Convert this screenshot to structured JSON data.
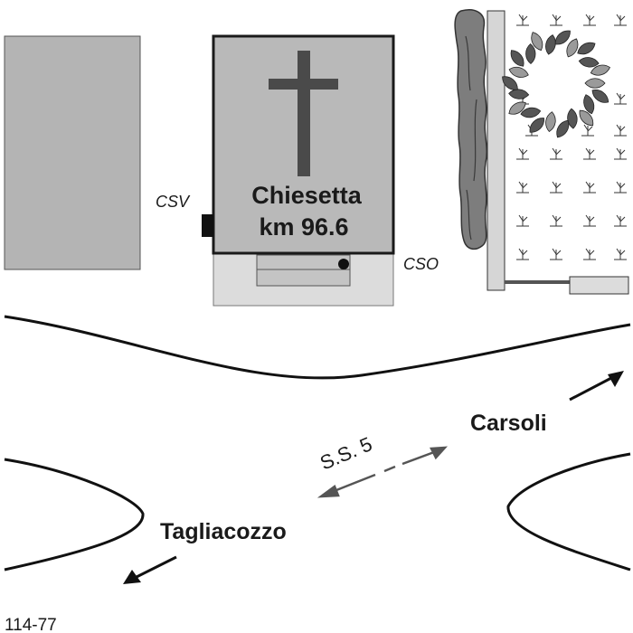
{
  "map": {
    "church": {
      "title": "Chiesetta",
      "km": "km 96.6"
    },
    "markers": {
      "csv": "CSV",
      "cso": "CSO"
    },
    "road": {
      "name": "S.S. 5",
      "destination_east": "Carsoli",
      "destination_west": "Tagliacozzo"
    },
    "reference_code": "114-77",
    "colors": {
      "building_fill": "#b4b4b4",
      "church_fill": "#b9b9b9",
      "church_outline": "#1a1a1a",
      "cross": "#4a4a4a",
      "forecourt": "#dcdcdc",
      "step_fill": "#c4c4c4",
      "hedge": "#7d7d7d",
      "wall": "#d6d6d6",
      "road_line": "#111111",
      "arrow_dashed": "#555555"
    },
    "icons": {
      "church": "cross-icon",
      "roundabout": "leaf-ring-icon",
      "fields": "vegetation-tuft-icon",
      "direction": "arrow-icon"
    }
  }
}
